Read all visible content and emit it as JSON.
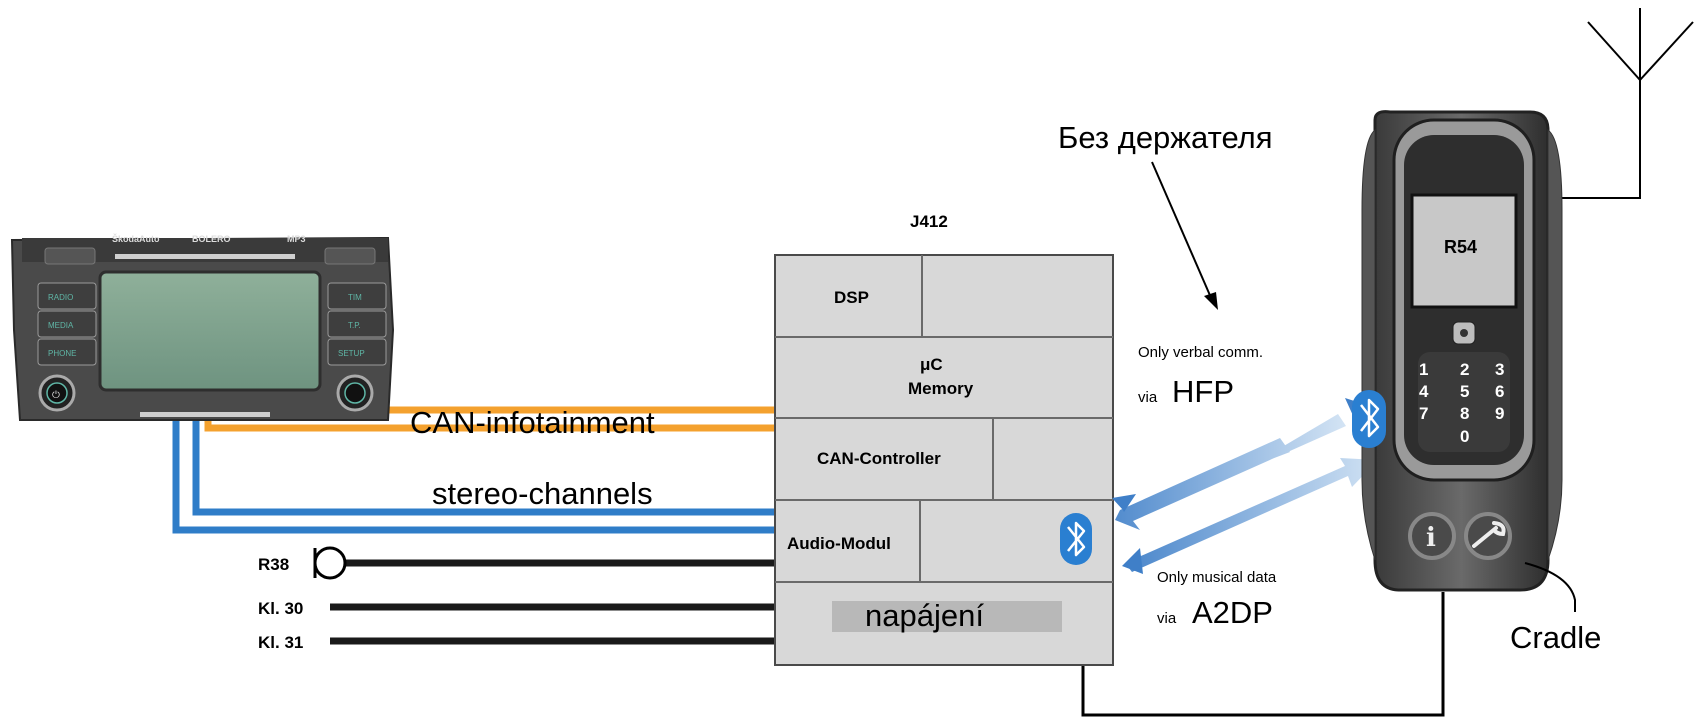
{
  "labels": {
    "bez_drzhatelya": "Без держателя",
    "j412": "J412",
    "dsp": "DSP",
    "uc": "μC",
    "memory": "Memory",
    "can_controller": "CAN-Controller",
    "audio_modul": "Audio-Modul",
    "napajeni": "napájení",
    "can_infotainment": "CAN-infotainment",
    "stereo_channels": "stereo-channels",
    "r38": "R38",
    "kl30": "Kl. 30",
    "kl31": "Kl. 31",
    "only_verbal": "Only verbal comm.",
    "via1": "via",
    "hfp": "HFP",
    "only_musical": "Only musical data",
    "via2": "via",
    "a2dp": "A2DP",
    "cradle": "Cradle",
    "r54": "R54"
  },
  "radio": {
    "brand": "ŠkodaAuto",
    "model": "BOLERO",
    "format": "MP3",
    "left_buttons": [
      "RADIO",
      "MEDIA",
      "PHONE"
    ],
    "right_buttons": [
      "TIM",
      "T.P.",
      "SETUP"
    ]
  },
  "phone": {
    "keys": [
      "1",
      "2",
      "3",
      "4",
      "5",
      "6",
      "7",
      "8",
      "9",
      "0"
    ],
    "info_key": "i"
  },
  "icons": [
    "bluetooth-icon",
    "antenna-icon",
    "microphone-icon",
    "wrench-icon",
    "info-icon"
  ],
  "colors": {
    "orange_wire": "#f4a12e",
    "blue_wire": "#2f7dc8",
    "black_wire": "#1a1a1a",
    "module_fill": "#d8d8d8",
    "bluetooth": "#2a7fd1",
    "signal": "#5b92cc"
  }
}
